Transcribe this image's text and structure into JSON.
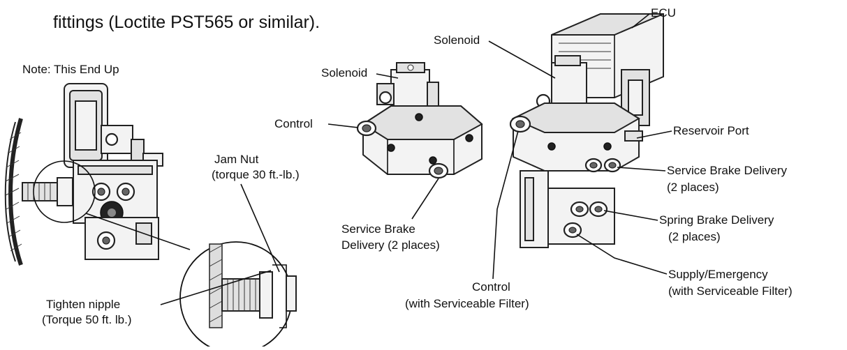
{
  "heading": "fittings (Loctite PST565 or similar).",
  "labels": {
    "note_end_up": "Note:  This End Up",
    "jam_nut_1": "Jam Nut",
    "jam_nut_2": "(torque 30 ft.-lb.)",
    "tighten_1": "Tighten nipple",
    "tighten_2": "(Torque 50 ft. lb.)",
    "solenoid_mid": "Solenoid",
    "control_mid": "Control",
    "service_mid_1": "Service Brake",
    "service_mid_2": "Delivery (2 places)",
    "solenoid_right": "Solenoid",
    "ecu": "ECU",
    "reservoir_port": "Reservoir Port",
    "service_right_1": "Service Brake Delivery",
    "service_right_2": "(2 places)",
    "spring_1": "Spring Brake Delivery",
    "spring_2": "(2 places)",
    "supply_1": "Supply/Emergency",
    "supply_2": "(with Serviceable Filter)",
    "control_right_1": "Control",
    "control_right_2": "(with Serviceable Filter)"
  }
}
